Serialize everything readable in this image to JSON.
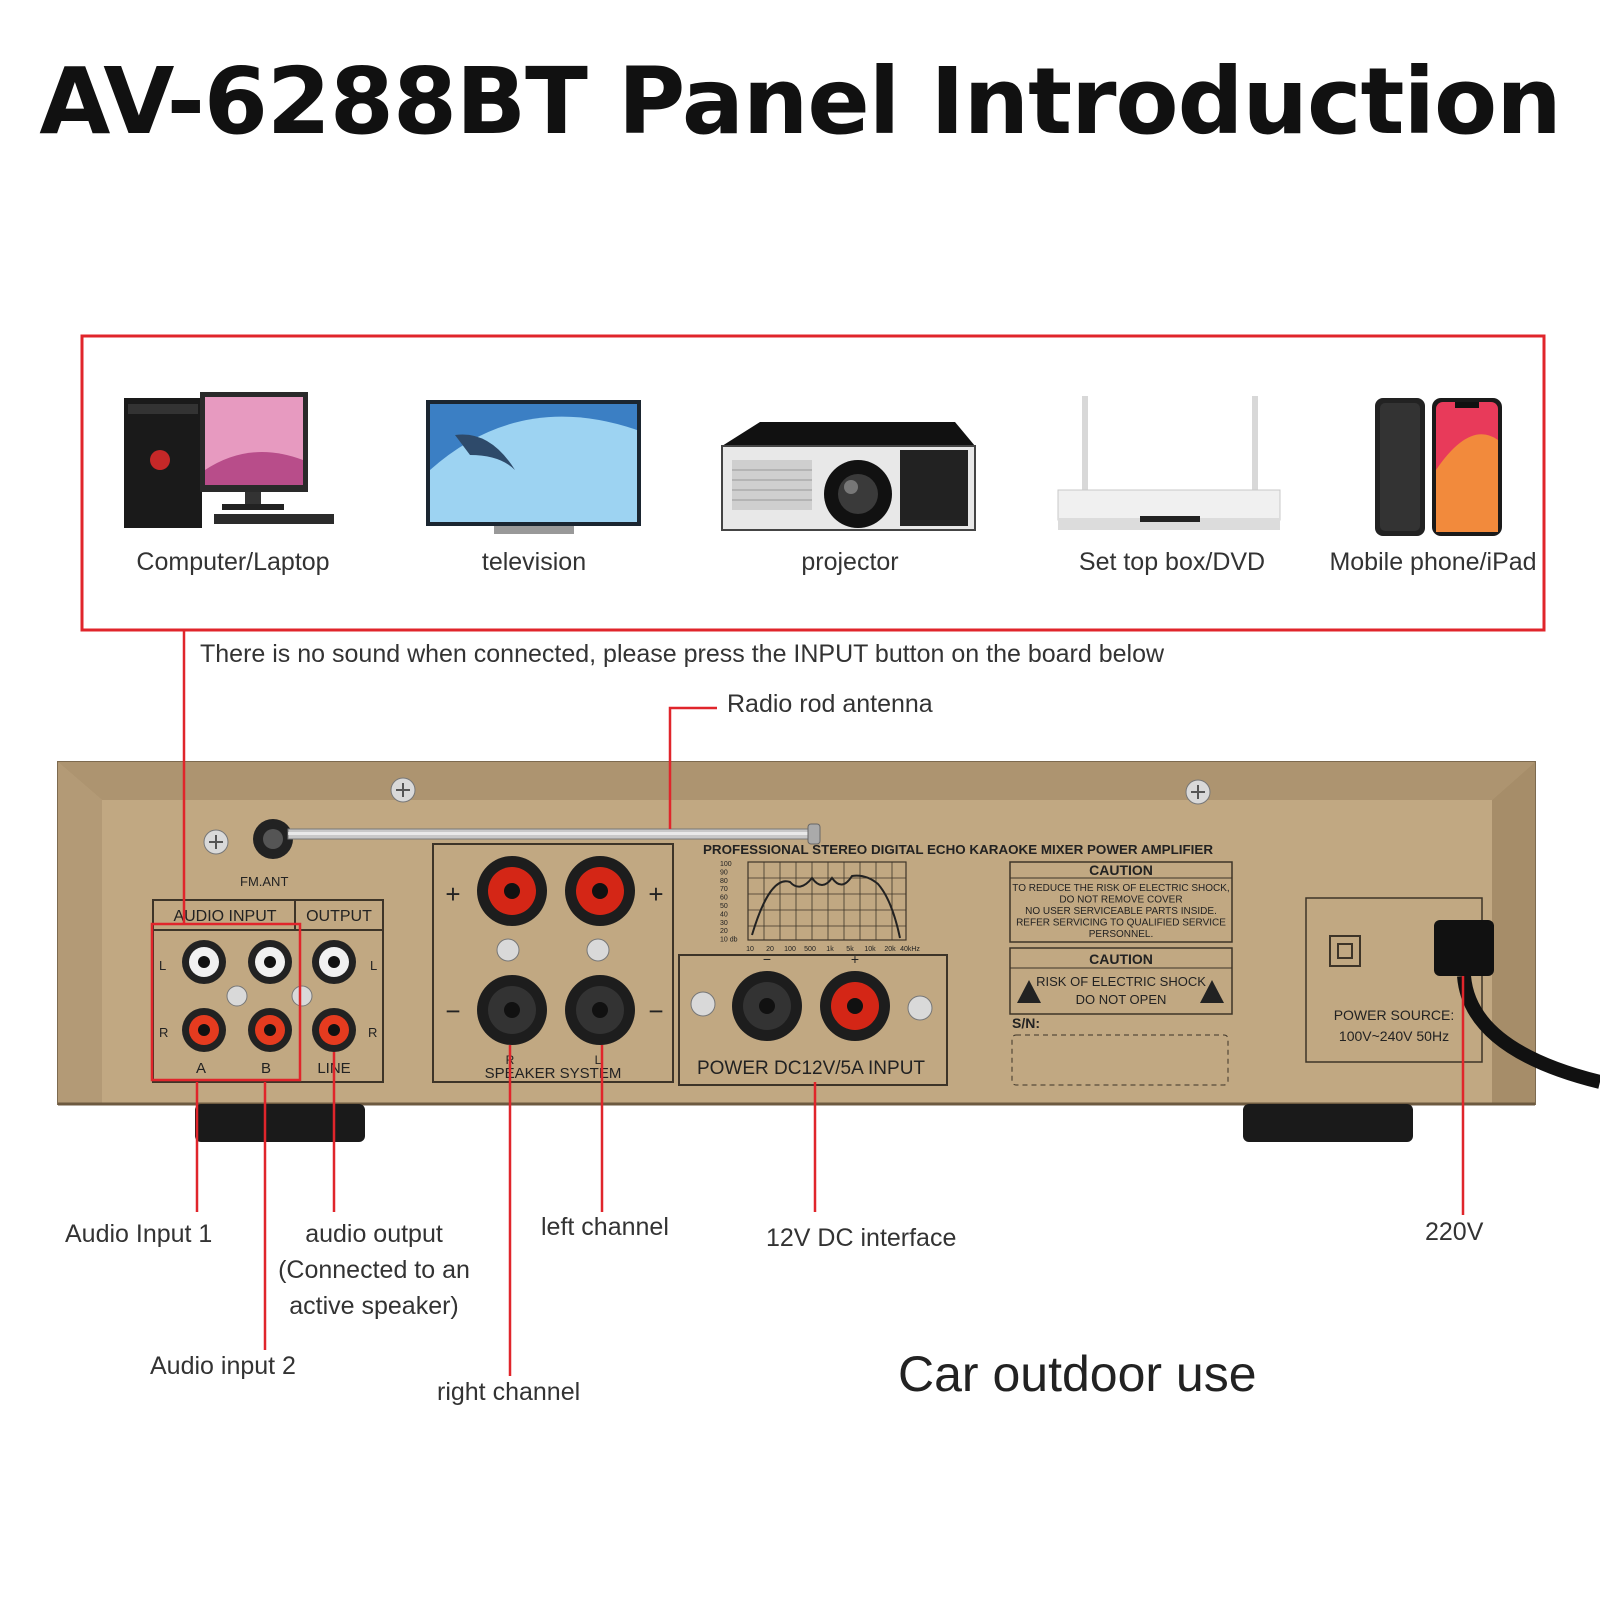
{
  "title": "AV-6288BT Panel Introduction",
  "devices": [
    {
      "label": "Computer/Laptop",
      "icon": "computer-icon"
    },
    {
      "label": "television",
      "icon": "television-icon"
    },
    {
      "label": "projector",
      "icon": "projector-icon"
    },
    {
      "label": "Set top box/DVD",
      "icon": "set-top-box-icon"
    },
    {
      "label": "Mobile phone/iPad",
      "icon": "mobile-phone-icon"
    }
  ],
  "notice": "There is no sound when connected, please press the INPUT button on the board below",
  "panel": {
    "fm_ant": "FM.ANT",
    "audio_input": "AUDIO INPUT",
    "output": "OUTPUT",
    "ch_l": "L",
    "ch_r": "R",
    "jack_a": "A",
    "jack_b": "B",
    "line": "LINE",
    "speaker_system": "SPEAKER SYSTEM",
    "plus": "+",
    "minus": "−",
    "power_dc": "POWER DC12V/5A INPUT",
    "product_line": "PROFESSIONAL STEREO DIGITAL ECHO KARAOKE MIXER POWER AMPLIFIER",
    "freq_y_ticks": [
      "100",
      "90",
      "80",
      "70",
      "60",
      "50",
      "40",
      "30",
      "20",
      "10 db"
    ],
    "freq_x_ticks": [
      "10",
      "20",
      "100",
      "500",
      "1k",
      "5k",
      "10k",
      "20k",
      "40kHz"
    ],
    "caution1_title": "CAUTION",
    "caution1_lines": [
      "TO REDUCE THE RISK OF ELECTRIC SHOCK,",
      "DO NOT REMOVE COVER",
      "NO USER SERVICEABLE PARTS INSIDE.",
      "REFER SERVICING TO QUALIFIED SERVICE",
      "PERSONNEL."
    ],
    "caution2_title": "CAUTION",
    "caution2_lines": [
      "RISK OF ELECTRIC SHOCK",
      "DO NOT OPEN"
    ],
    "sn": "S/N:",
    "power_source_lines": [
      "POWER SOURCE:",
      "100V~240V 50Hz"
    ]
  },
  "callouts": {
    "antenna": "Radio rod antenna",
    "audio_input_1": "Audio Input 1",
    "audio_input_2": "Audio input 2",
    "audio_output_lines": [
      "audio output",
      "(Connected to an",
      "active speaker)"
    ],
    "left_channel": "left channel",
    "right_channel": "right channel",
    "dc_interface": "12V DC interface",
    "ac_220v": "220V"
  },
  "footer": "Car outdoor use",
  "colors": {
    "accent_red": "#e0252b",
    "panel_tan": "#c1a882",
    "panel_border": "#7d6a4f",
    "binding_post_red": "#d42616",
    "binding_post_black": "#1d1d1d"
  }
}
